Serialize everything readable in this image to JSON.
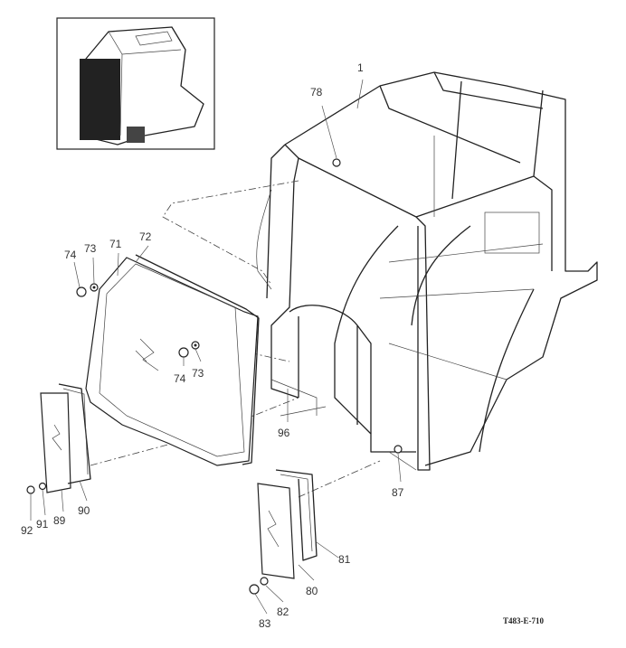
{
  "diagram": {
    "reference_code": "T483-E-710",
    "callouts": [
      {
        "id": "1",
        "text": "1"
      },
      {
        "id": "78",
        "text": "78"
      },
      {
        "id": "74a",
        "text": "74"
      },
      {
        "id": "73a",
        "text": "73"
      },
      {
        "id": "71",
        "text": "71"
      },
      {
        "id": "72",
        "text": "72"
      },
      {
        "id": "74b",
        "text": "74"
      },
      {
        "id": "73b",
        "text": "73"
      },
      {
        "id": "96",
        "text": "96"
      },
      {
        "id": "87",
        "text": "87"
      },
      {
        "id": "92",
        "text": "92"
      },
      {
        "id": "91",
        "text": "91"
      },
      {
        "id": "89",
        "text": "89"
      },
      {
        "id": "90",
        "text": "90"
      },
      {
        "id": "81",
        "text": "81"
      },
      {
        "id": "80",
        "text": "80"
      },
      {
        "id": "82",
        "text": "82"
      },
      {
        "id": "83",
        "text": "83"
      }
    ]
  }
}
